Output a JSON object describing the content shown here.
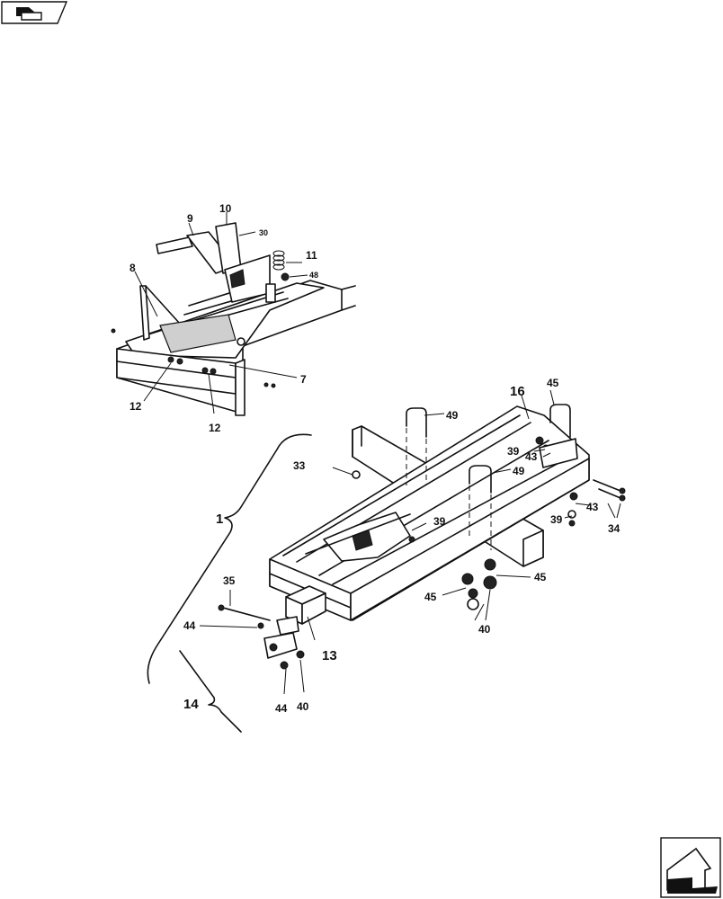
{
  "icons": {
    "top_left": "book-page-icon",
    "bottom_right": "next-page-arrow-icon"
  },
  "callouts": {
    "c1": "1",
    "c7": "7",
    "c8": "8",
    "c9": "9",
    "c10": "10",
    "c11": "11",
    "c12a": "12",
    "c12b": "12",
    "c13": "13",
    "c14": "14",
    "c16": "16",
    "c30": "30",
    "c33": "33",
    "c34": "34",
    "c35": "35",
    "c39a": "39",
    "c39b": "39",
    "c39c": "39",
    "c40a": "40",
    "c40b": "40",
    "c43a": "43",
    "c43b": "43",
    "c44a": "44",
    "c44b": "44",
    "c45a": "45",
    "c45b": "45",
    "c45c": "45",
    "c48": "48",
    "c49a": "49",
    "c49b": "49"
  }
}
